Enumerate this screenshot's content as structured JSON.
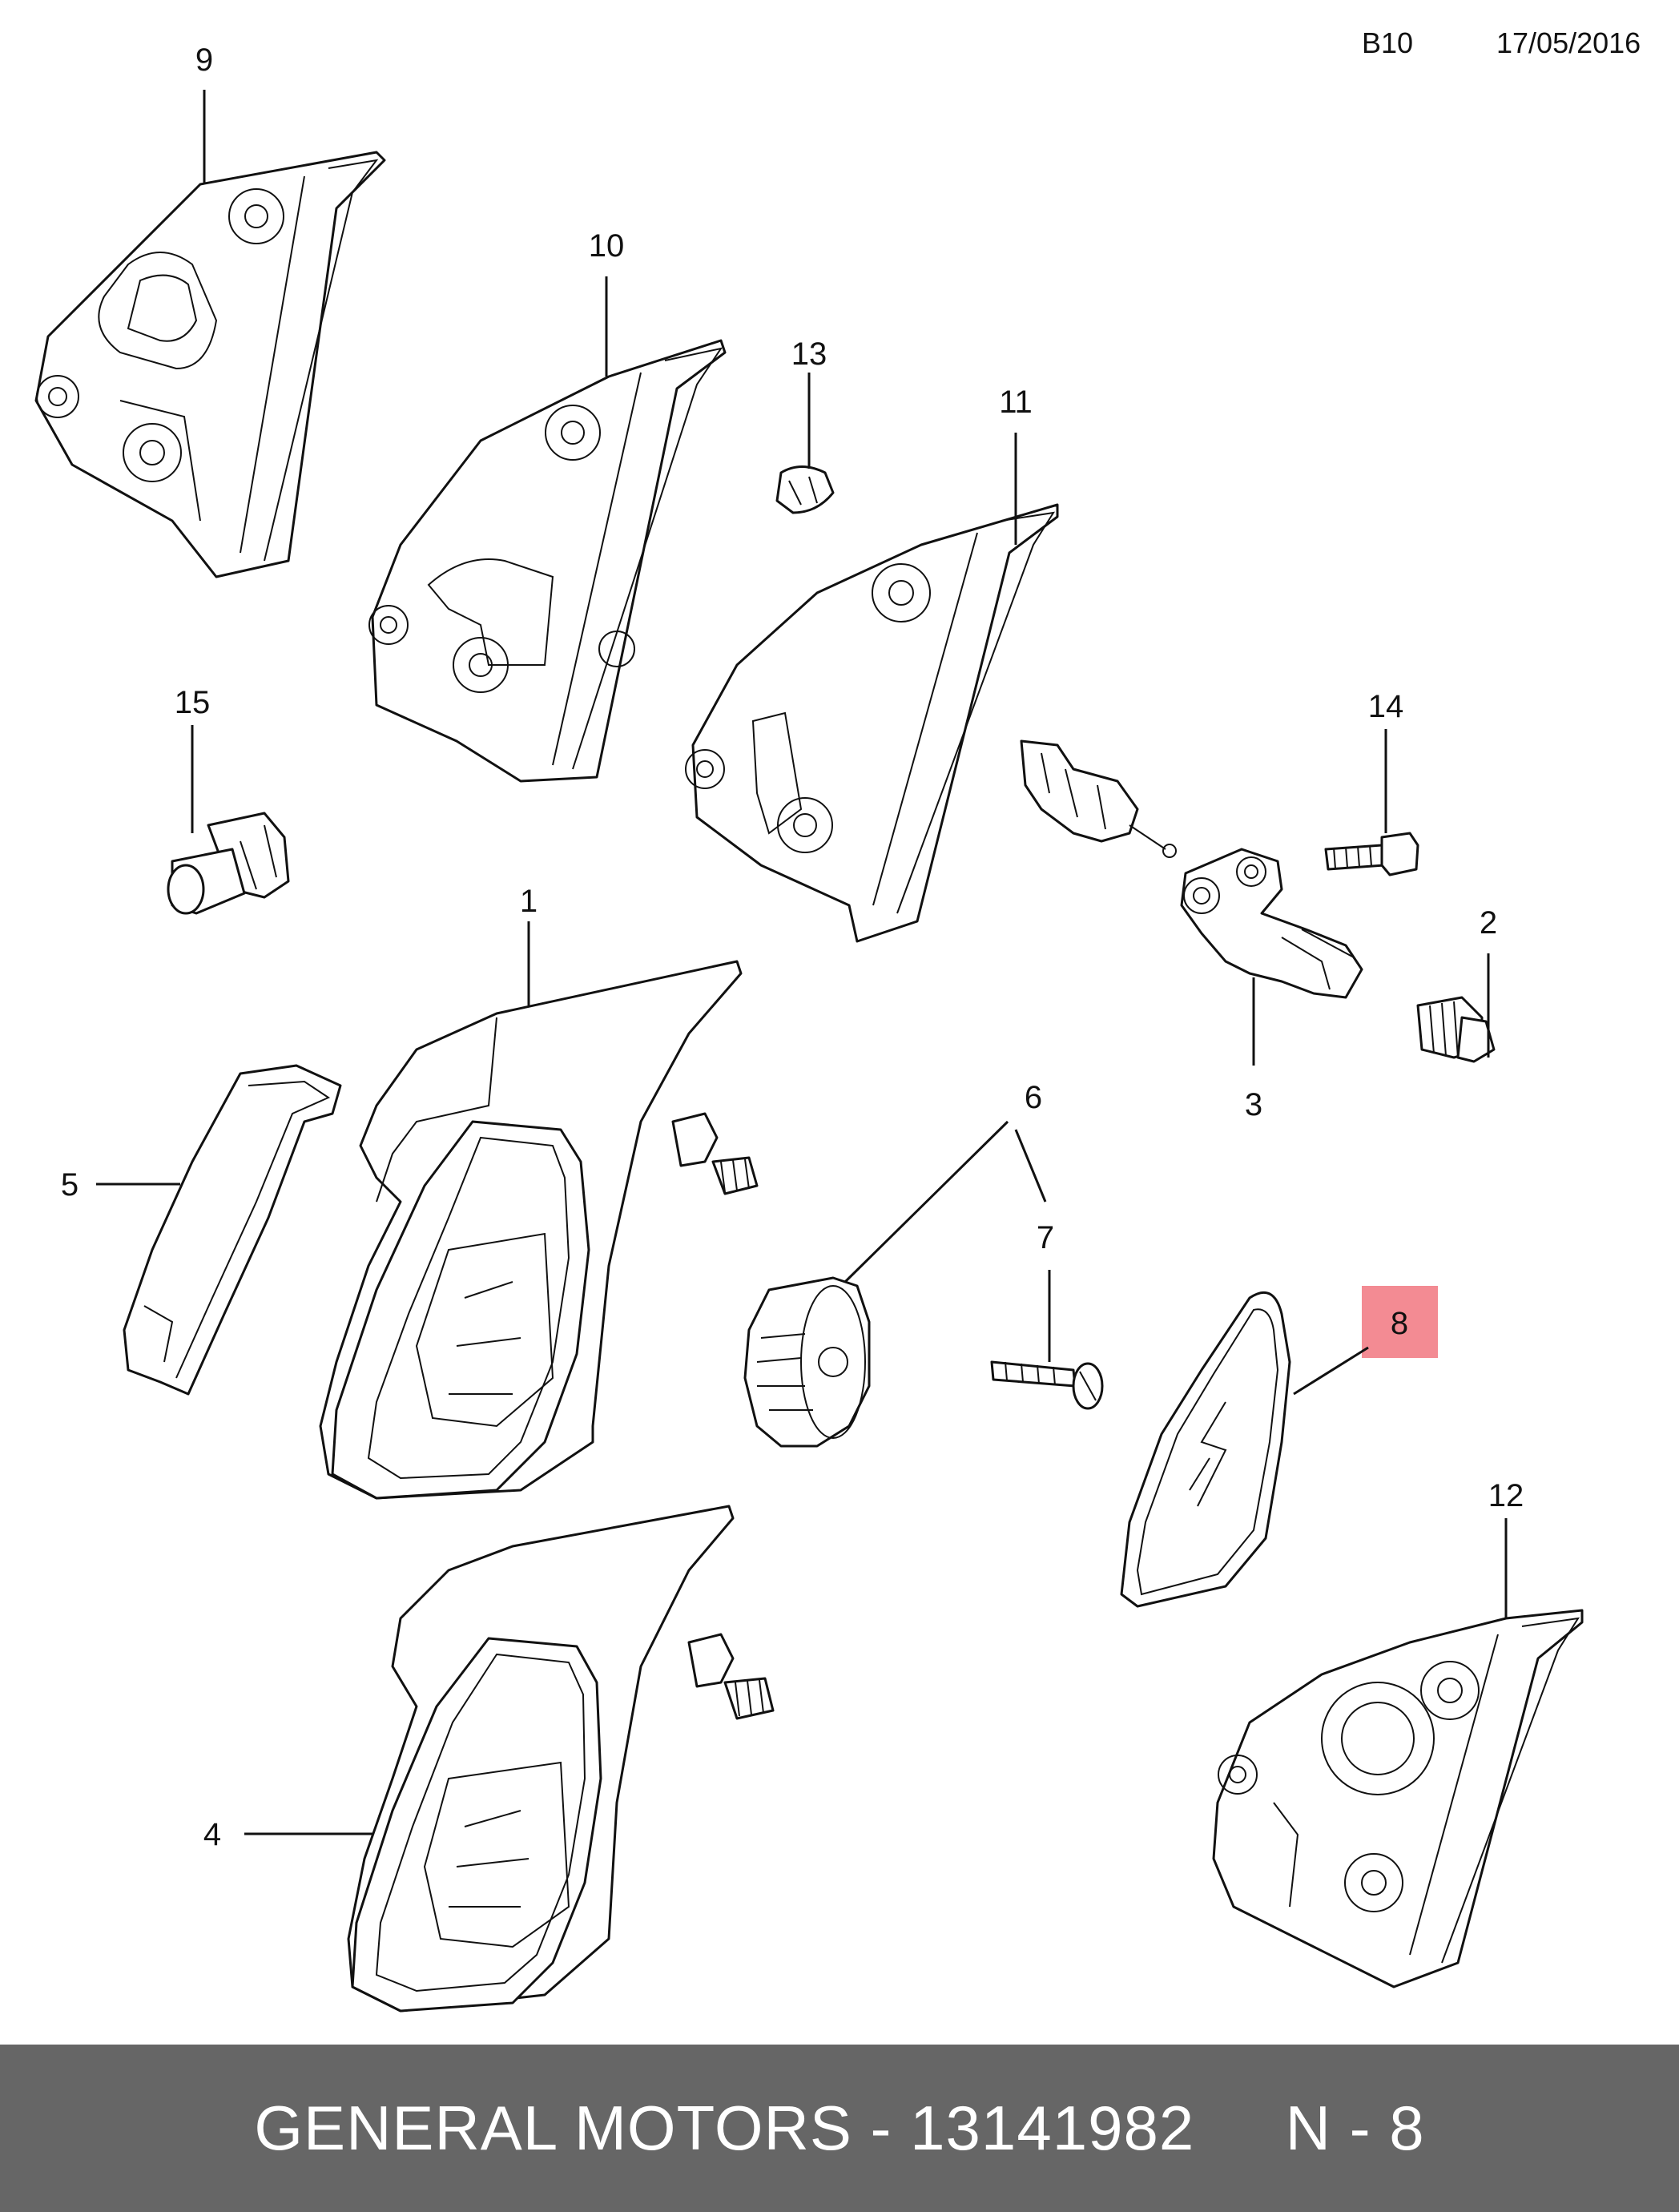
{
  "header": {
    "code": "B10",
    "date": "17/05/2016"
  },
  "callouts": [
    {
      "id": "9",
      "label": "9"
    },
    {
      "id": "10",
      "label": "10"
    },
    {
      "id": "13",
      "label": "13"
    },
    {
      "id": "11",
      "label": "11"
    },
    {
      "id": "15",
      "label": "15"
    },
    {
      "id": "14",
      "label": "14"
    },
    {
      "id": "1",
      "label": "1"
    },
    {
      "id": "2",
      "label": "2"
    },
    {
      "id": "3",
      "label": "3"
    },
    {
      "id": "5",
      "label": "5"
    },
    {
      "id": "6",
      "label": "6"
    },
    {
      "id": "7",
      "label": "7"
    },
    {
      "id": "8",
      "label": "8",
      "highlighted": true
    },
    {
      "id": "12",
      "label": "12"
    },
    {
      "id": "4",
      "label": "4"
    }
  ],
  "colors": {
    "highlight": "#f38b93",
    "footer_background": "#666666",
    "footer_text": "#ffffff"
  },
  "footer": {
    "text": "GENERAL MOTORS - 13141982     N - 8"
  }
}
